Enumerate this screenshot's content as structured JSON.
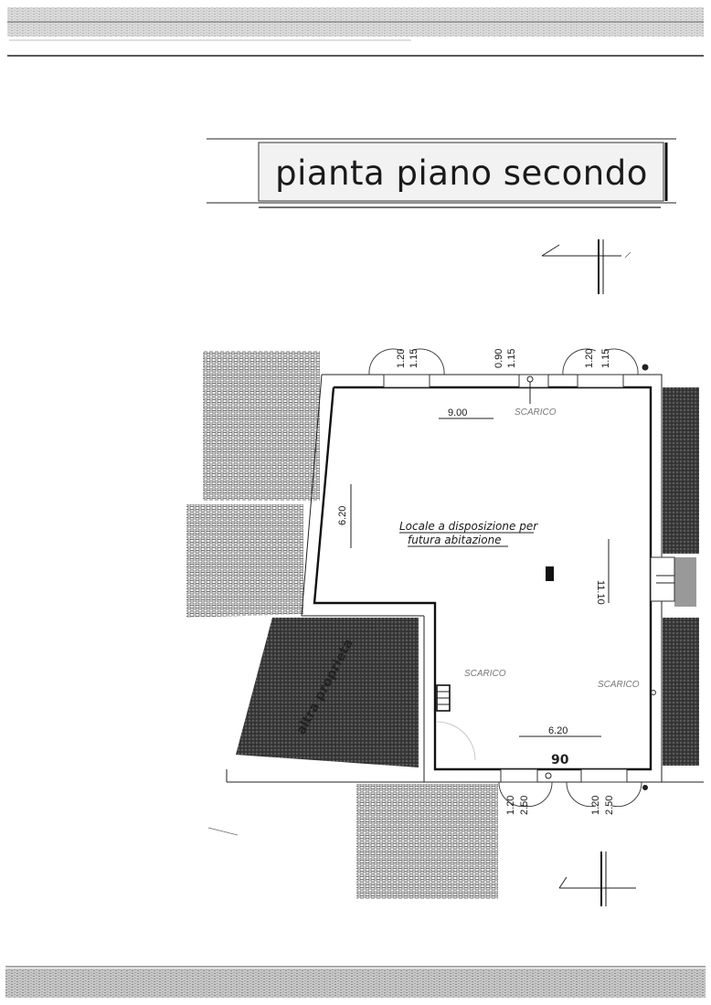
{
  "title": "pianta piano secondo",
  "room": {
    "line1": "Locale a disposizione per",
    "line2": "futura abitazione"
  },
  "dimensions": {
    "top_width": "9.00",
    "left_height": "6.20",
    "right_height": "11.10",
    "bottom_width": "6.20",
    "door_90": "90"
  },
  "top_openings": [
    {
      "a": "1.20",
      "b": "1.15"
    },
    {
      "a": "0.90",
      "b": "1.15"
    },
    {
      "a": "1.20",
      "b": "1.15"
    }
  ],
  "bottom_openings": [
    {
      "a": "1.20",
      "b": "2.50"
    },
    {
      "a": "1.20",
      "b": "2.50"
    }
  ],
  "drains": {
    "top": "SCARICO",
    "left": "SCARICO",
    "right": "SCARICO"
  },
  "neighbor": "altra proprietà",
  "colors": {
    "paper": "#ffffff",
    "ink": "#111111",
    "hatch_dark": "#2b2b2b",
    "title_box": "#f2f2f2"
  }
}
